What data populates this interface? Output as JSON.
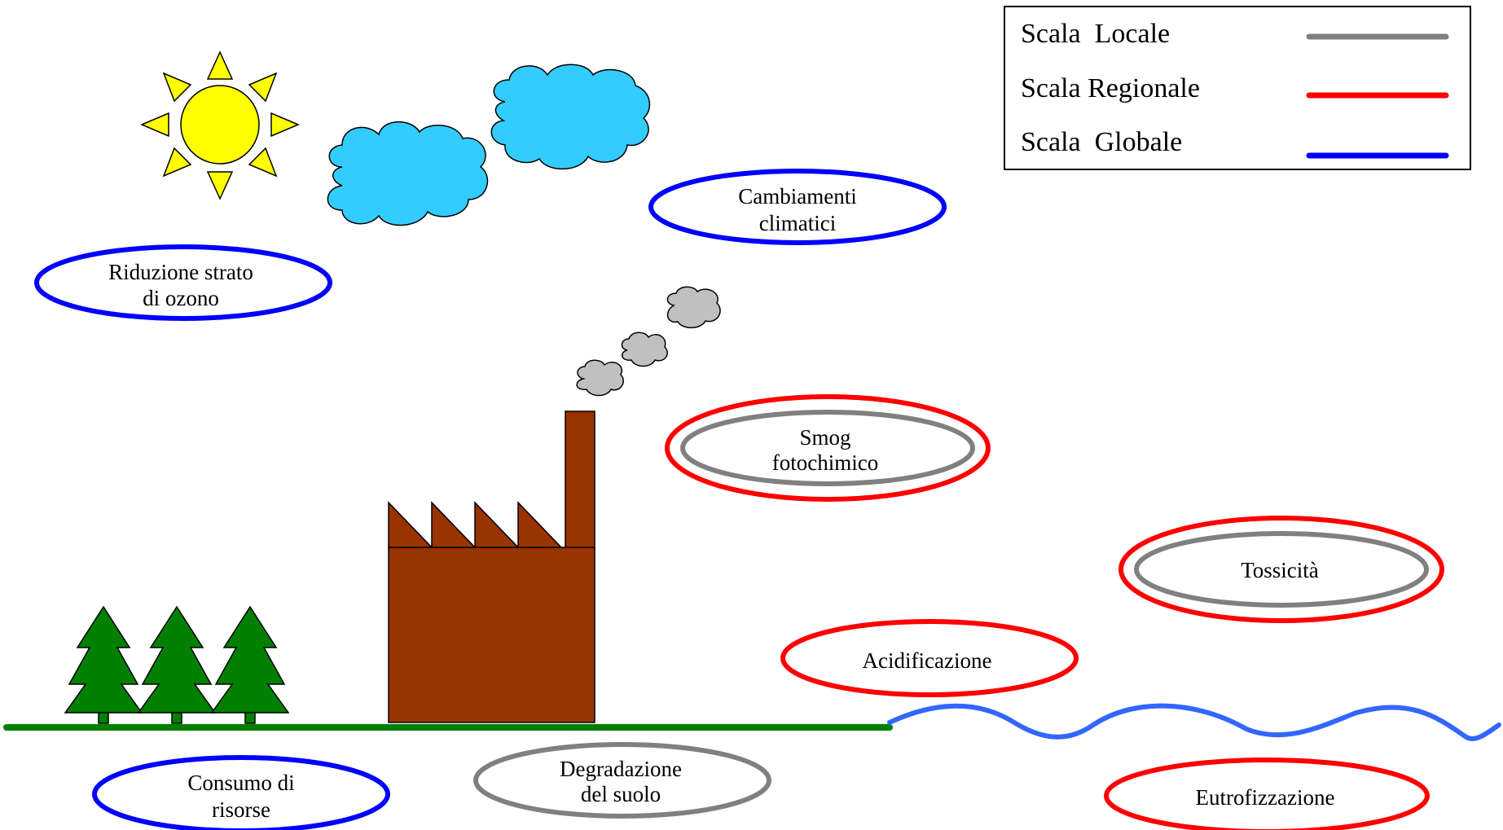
{
  "legend": {
    "items": [
      {
        "label": "Scala  Locale",
        "color": "#808080"
      },
      {
        "label": "Scala Regionale",
        "color": "#ff0000"
      },
      {
        "label": "Scala  Globale",
        "color": "#0000ff"
      }
    ]
  },
  "impacts": {
    "ozono": {
      "line1": "Riduzione strato",
      "line2": "di ozono",
      "scale": "globale"
    },
    "clima": {
      "line1": "Cambiamenti",
      "line2": "climatici",
      "scale": "globale"
    },
    "smog": {
      "line1": "Smog",
      "line2": "fotochimico",
      "scale": "regionale+locale"
    },
    "tossicita": {
      "line1": "Tossicità",
      "scale": "regionale+locale"
    },
    "acidificazione": {
      "line1": "Acidificazione",
      "scale": "regionale"
    },
    "eutrofizzazione": {
      "line1": "Eutrofizzazione",
      "scale": "regionale"
    },
    "risorse": {
      "line1": "Consumo di",
      "line2": "risorse",
      "scale": "globale"
    },
    "suolo": {
      "line1": "Degradazione",
      "line2": "del suolo",
      "scale": "locale"
    }
  },
  "colors": {
    "sun": "#ffff00",
    "cloud": "#33ccff",
    "smoke": "#c0c0c0",
    "factory": "#993300",
    "tree": "#008000",
    "ground": "#008000",
    "water": "#3366ff",
    "global": "#0000ff",
    "regional": "#ff0000",
    "local": "#808080"
  },
  "icons": [
    "sun-icon",
    "cloud-icon",
    "smoke-icon",
    "factory-icon",
    "tree-icon",
    "water-wave"
  ]
}
